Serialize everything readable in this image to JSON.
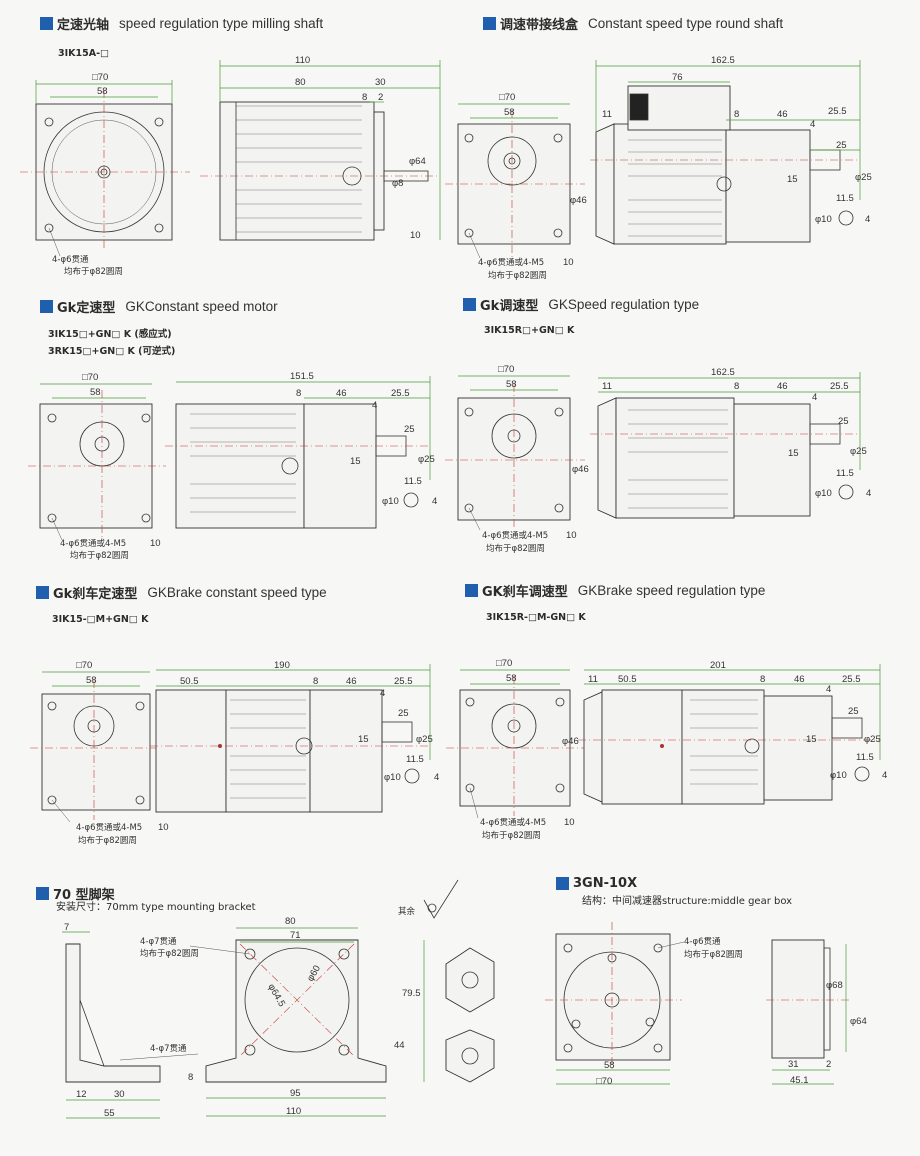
{
  "sections": {
    "s1": {
      "zh": "定速光轴",
      "en": "speed regulation type milling shaft",
      "model": "3IK15A-□"
    },
    "s2": {
      "zh": "调速带接线盒",
      "en": "Constant speed type round shaft"
    },
    "s3": {
      "zh": "Gk定速型",
      "en": "GKConstant  speed motor",
      "model1": "3IK15□+GN□ K   (感应式)",
      "model2": "3RK15□+GN□ K   (可逆式)"
    },
    "s4": {
      "zh": "Gk调速型",
      "en": "GKSpeed regulation type",
      "model": "3IK15R□+GN□ K"
    },
    "s5": {
      "zh": "Gk刹车定速型",
      "en": "GKBrake constant speed type",
      "model": "3IK15-□M+GN□ K"
    },
    "s6": {
      "zh": "GK刹车调速型",
      "en": "GKBrake speed regulation type",
      "model": "3IK15R-□M-GN□ K"
    },
    "s7": {
      "zh": "70 型脚架",
      "en": "安装尺寸：70mm type mounting bracket",
      "other": "其余"
    },
    "s8": {
      "zh": "3GN-10X",
      "en": "结构：中间减速器structure:middle gear box"
    }
  },
  "dims": {
    "sq70": "□70",
    "d58": "58",
    "d110": "110",
    "d80": "80",
    "d30": "30",
    "d8": "8",
    "d2": "2",
    "phi64": "φ64",
    "phi8": "φ8",
    "d10": "10",
    "d162_5": "162.5",
    "d76": "76",
    "d11": "11",
    "d46": "46",
    "d25_5": "25.5",
    "d4": "4",
    "d25": "25",
    "d15": "15",
    "phi25": "φ25",
    "phi46": "φ46",
    "d11_5": "11.5",
    "phi10": "φ10",
    "d151_5": "151.5",
    "d190": "190",
    "d50_5": "50.5",
    "d201": "201",
    "d71": "71",
    "d79_5": "79.5",
    "d44": "44",
    "d95": "95",
    "d12": "12",
    "d55": "55",
    "d7": "7",
    "phi64_5": "φ64.5",
    "phi60": "φ60",
    "phi68": "φ68",
    "d31": "31",
    "d45_1": "45.1"
  },
  "notes": {
    "hole1a": "4-φ6贯通",
    "hole1b": "均布于φ82圆周",
    "hole2a": "4-φ6贯通或4-M5",
    "hole2b": "均布于φ82圆周",
    "hole3a": "4-φ7贯通",
    "hole3b": "均布于φ82圆周",
    "hole3c": "4-φ7贯通",
    "hole4a": "4-φ6贯通",
    "hole4b": "均布于φ82圆周"
  },
  "colors": {
    "accent": "#1f5fae",
    "dimline": "#4a9a3a",
    "center": "#c0392b"
  }
}
